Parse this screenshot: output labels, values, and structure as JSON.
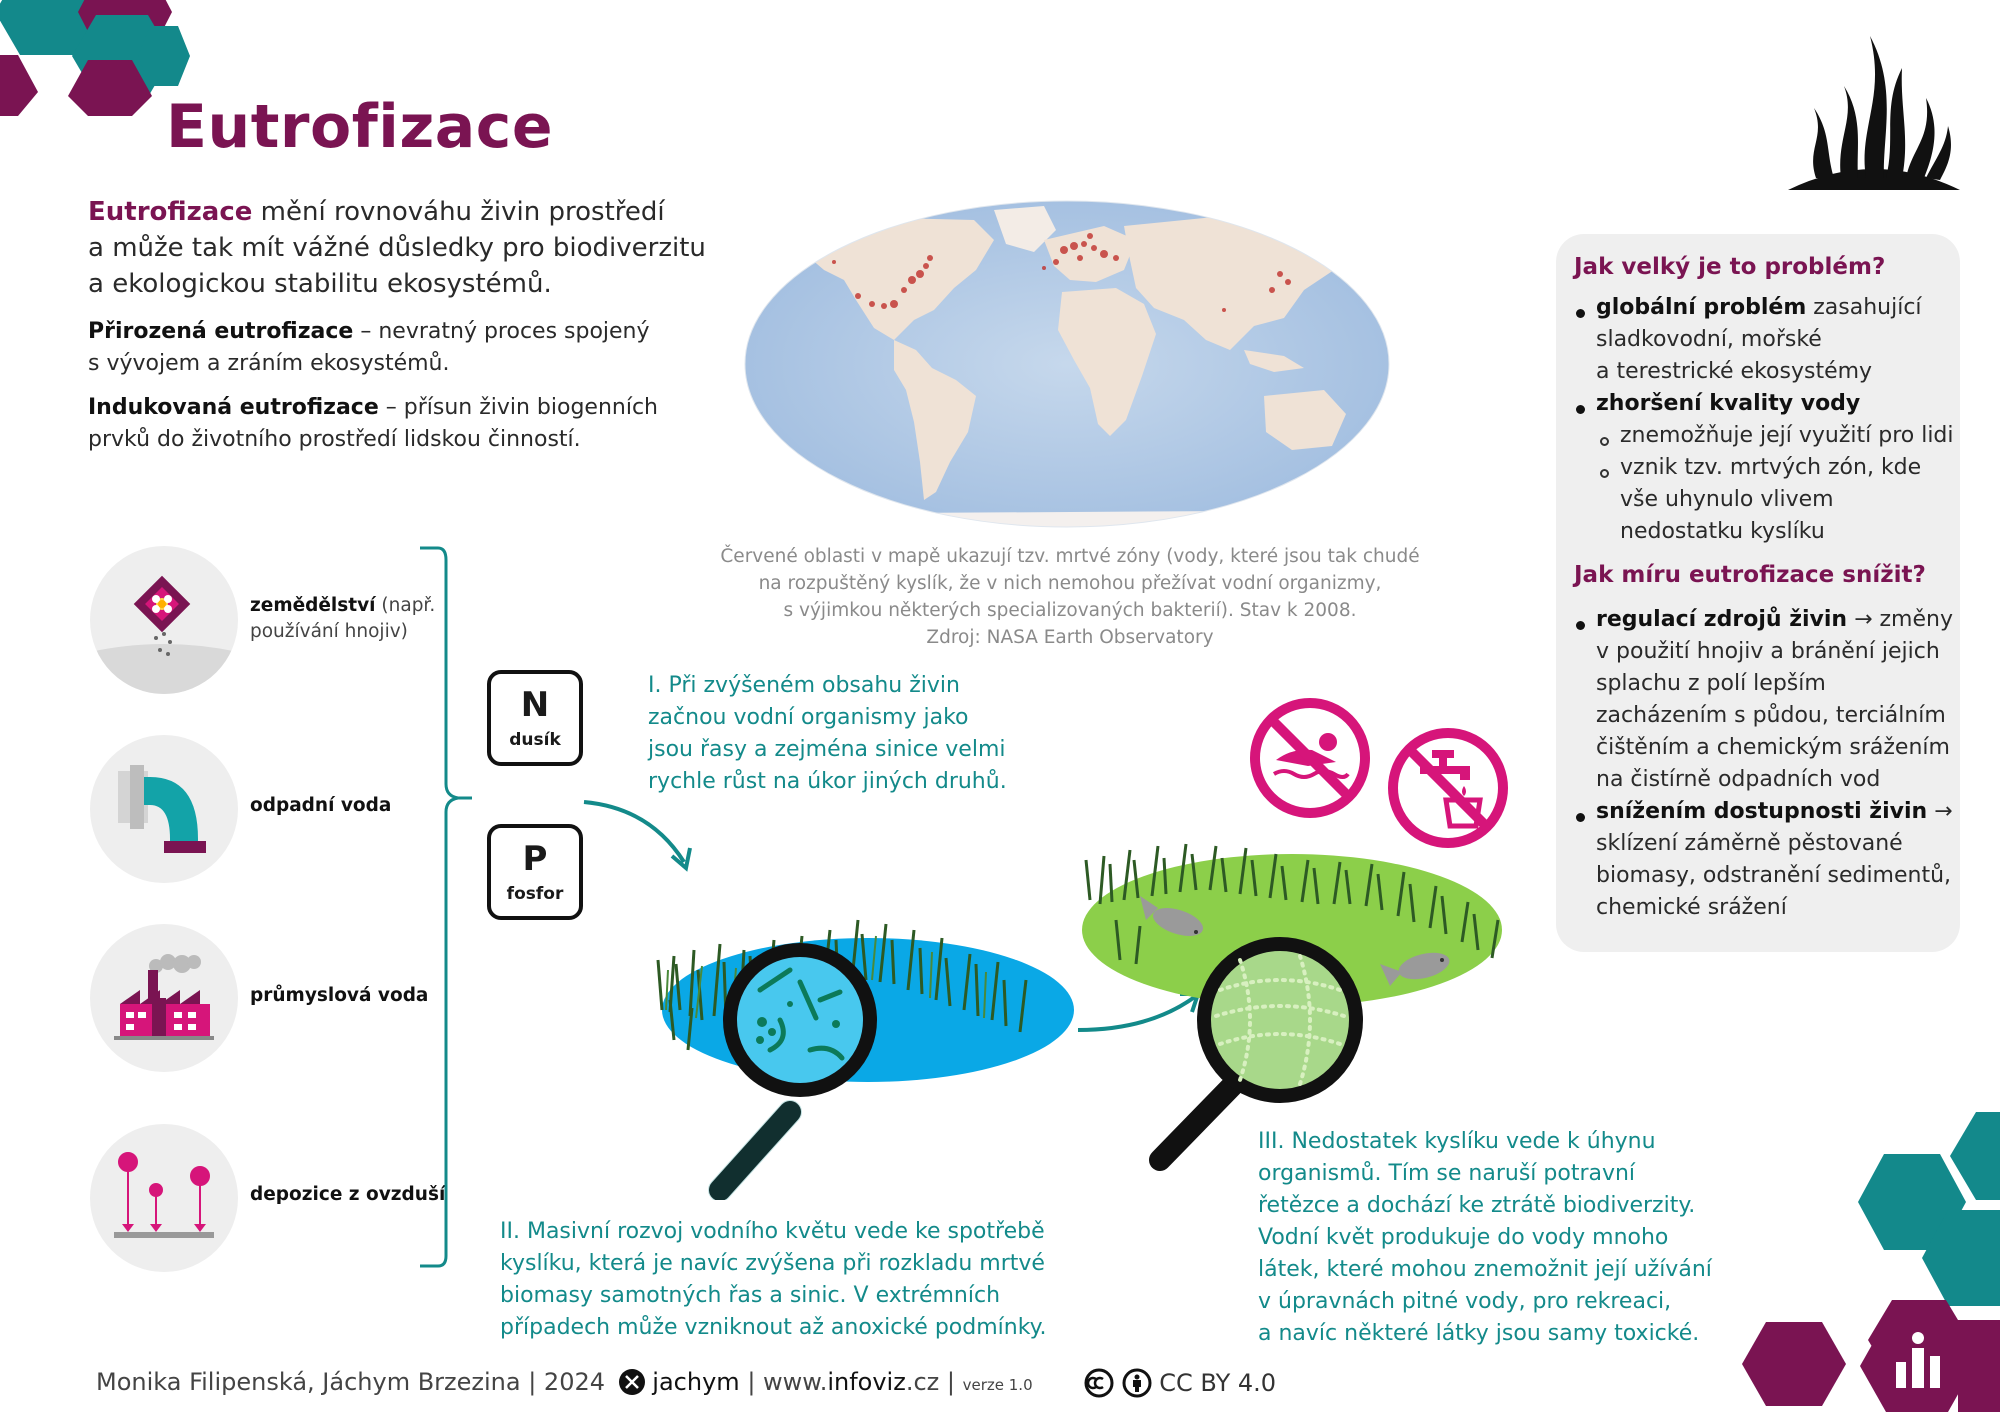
{
  "title": "Eutrofizace",
  "intro": {
    "term": "Eutrofizace",
    "line1_rest": " mění rovnováhu živin prostředí",
    "line2": "a může tak mít vážné důsledky pro biodiverzitu",
    "line3": "a ekologickou stabilitu ekosystémů."
  },
  "natural": {
    "term": "Přirozená eutrofizace",
    "line1_rest": " – nevratný proces spojený",
    "line2": "s vývojem a zráním ekosystémů."
  },
  "induced": {
    "term": "Indukovaná eutrofizace",
    "line1_rest": " – přísun živin biogenních",
    "line2": "prvků do životního prostředí lidskou činností."
  },
  "map_caption": [
    "Červené oblasti v mapě ukazují tzv. mrtvé zóny (vody, které jsou tak chudé",
    "na rozpuštěný kyslík, že v nich nemohou přežívat vodní organizmy,",
    "s výjimkou některých specializovaných bakterií). Stav k 2008.",
    "Zdroj: NASA Earth Observatory"
  ],
  "panel": {
    "q1": "Jak velký je to problém?",
    "b1_bold": "globální problém",
    "b1_rest": " zasahující",
    "b1_l2": "sladkovodní, mořské",
    "b1_l3": "a terestrické ekosystémy",
    "b2_bold": "zhoršení kvality vody",
    "s1": "znemožňuje její využití pro lidi",
    "s2_l1": "vznik tzv. mrtvých zón, kde",
    "s2_l2": "vše uhynulo vlivem",
    "s2_l3": "nedostatku kyslíku",
    "q2": "Jak míru eutrofizace snížit?",
    "c1_bold": "regulací zdrojů živin",
    "c1_rest": " → změny",
    "c1_l2": "v použití hnojiv a bránění jejich",
    "c1_l3": "splachu z polí lepším",
    "c1_l4": "zacházením s půdou, terciálním",
    "c1_l5": "čištěním a chemickým srážením",
    "c1_l6": "na čistírně odpadních vod",
    "c2_bold": "snížením dostupnosti živin",
    "c2_rest": "  →",
    "c2_l2": "sklízení záměrně pěstované",
    "c2_l3": "biomasy, odstranění sedimentů,",
    "c2_l4": "chemické srážení"
  },
  "sources": {
    "agriculture": "zemědělství",
    "agriculture_note": " (např.",
    "agriculture_note2": "používání hnojiv)",
    "wastewater": "odpadní voda",
    "industrial": "průmyslová voda",
    "deposition": "depozice z ovzduší"
  },
  "nutrients": {
    "n_symbol": "N",
    "n_name": "dusík",
    "p_symbol": "P",
    "p_name": "fosfor"
  },
  "steps": {
    "s1": [
      "I. Při zvýšeném obsahu živin",
      "začnou vodní organismy jako",
      "jsou řasy a zejména sinice velmi",
      "rychle růst na úkor jiných druhů."
    ],
    "s2": [
      "II. Masivní rozvoj vodního květu vede ke spotřebě",
      "kyslíku, která je navíc zvýšena při rozkladu mrtvé",
      "biomasy samotných řas a sinic. V extrémních",
      "případech může vzniknout až anoxické podmínky."
    ],
    "s3": [
      "III. Nedostatek kyslíku vede k úhynu",
      "organismů. Tím se naruší potravní",
      "řetězce a dochází ke ztrátě biodiverzity.",
      "Vodní květ produkuje do vody mnoho",
      "látek, které mohou znemožnit její užívání",
      "v úpravnách pitné vody, pro rekreaci,",
      "a navíc některé látky jsou samy toxické."
    ]
  },
  "footer": {
    "authors": "Monika Filipenská, Jáchym Brzezina | 2024",
    "handle": "jachym",
    "site_prefix": "| www.",
    "site_bold": "infoviz",
    "site_suffix": ".cz |",
    "version": "verze 1.0",
    "license": "CC BY 4.0"
  },
  "colors": {
    "accent": "#7a1452",
    "teal": "#138a8a",
    "magenta": "#d6157a",
    "lake_blue": "#0aa8e6",
    "lake_green": "#8ccf4a"
  },
  "icons": [
    "hexagon-pattern",
    "seaweed-icon",
    "world-map",
    "fertilizer-icon",
    "pipe-icon",
    "factory-icon",
    "deposition-icon",
    "magnifier-icon",
    "no-swimming-icon",
    "no-drinking-water-icon",
    "fish-icon",
    "x-logo-icon",
    "cc-icon",
    "attribution-icon",
    "infoviz-logo"
  ]
}
